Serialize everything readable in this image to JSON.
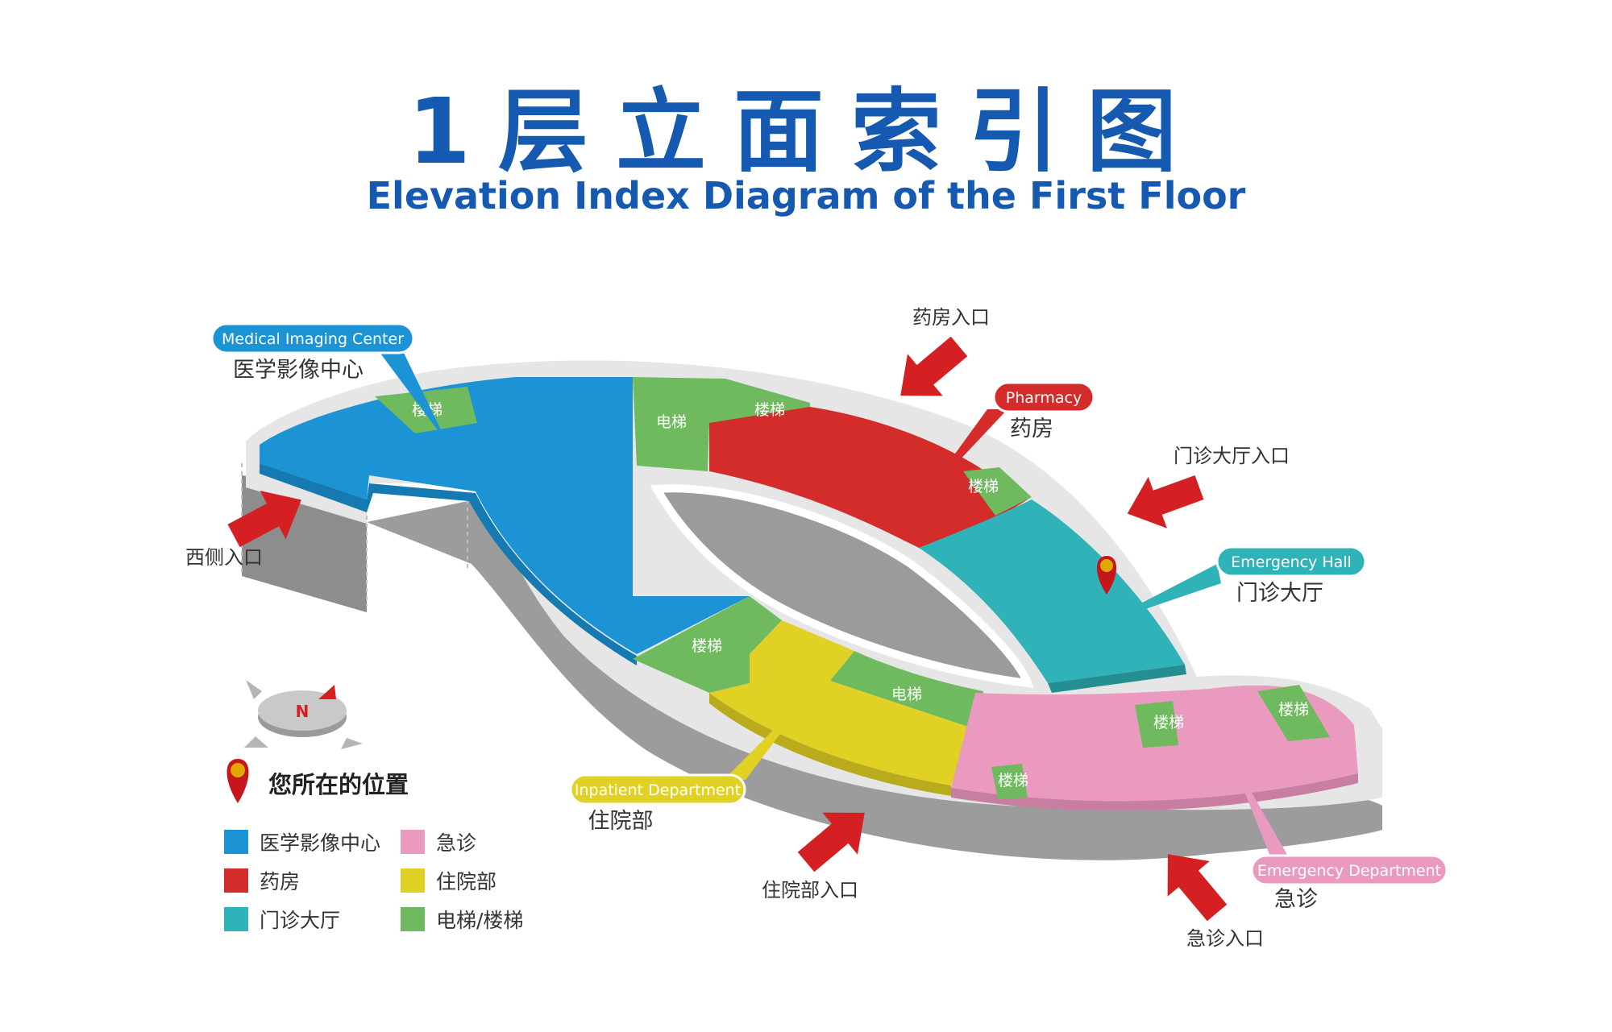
{
  "title": {
    "cn": "1层立面索引图",
    "en": "Elevation Index Diagram of the First Floor"
  },
  "colors": {
    "title": "#1559b0",
    "imaging": "#1b93d4",
    "pharmacy": "#d42b2b",
    "outpatient_hall": "#2fb3b8",
    "emergency": "#ea99bf",
    "inpatient": "#e1d125",
    "stairs": "#6fba5f",
    "arrow": "#d42023",
    "base": "#9c9c9c",
    "rim": "#e6e6e6"
  },
  "callouts": {
    "imaging": {
      "en": "Medical Imaging Center",
      "cn": "医学影像中心"
    },
    "pharmacy": {
      "en": "Pharmacy",
      "cn": "药房"
    },
    "hall": {
      "en": "Emergency Hall",
      "cn": "门诊大厅"
    },
    "inpatient": {
      "en": "Inpatient Department",
      "cn": "住院部"
    },
    "emergency": {
      "en": "Emergency Department",
      "cn": "急诊"
    }
  },
  "entrances": {
    "west": "西侧入口",
    "pharmacy": "药房入口",
    "hall": "门诊大厅入口",
    "inpatient": "住院部入口",
    "emergency": "急诊入口"
  },
  "room_labels": {
    "stairs": "楼梯",
    "elevator": "电梯"
  },
  "compass": {
    "letter": "N"
  },
  "legend": {
    "you_are_here": "您所在的位置",
    "items": [
      {
        "label": "医学影像中心",
        "color": "#1b93d4"
      },
      {
        "label": "急诊",
        "color": "#ea99bf"
      },
      {
        "label": "药房",
        "color": "#d42b2b"
      },
      {
        "label": "住院部",
        "color": "#e1d125"
      },
      {
        "label": "门诊大厅",
        "color": "#2fb3b8"
      },
      {
        "label": "电梯/楼梯",
        "color": "#6fba5f"
      }
    ]
  }
}
